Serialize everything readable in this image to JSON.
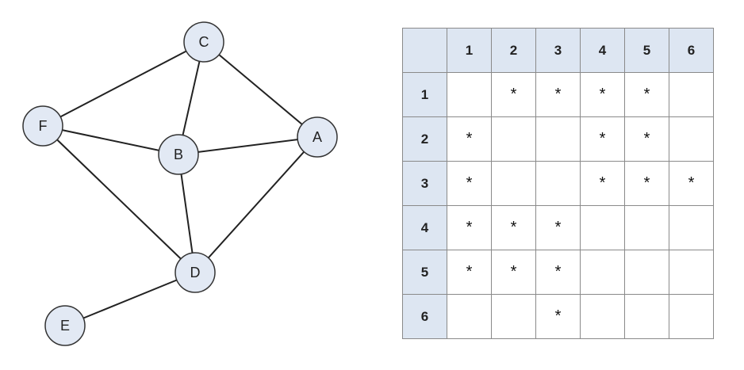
{
  "graph": {
    "nodes": [
      {
        "id": "C",
        "label": "C"
      },
      {
        "id": "F",
        "label": "F"
      },
      {
        "id": "B",
        "label": "B"
      },
      {
        "id": "A",
        "label": "A"
      },
      {
        "id": "D",
        "label": "D"
      },
      {
        "id": "E",
        "label": "E"
      }
    ],
    "edges": [
      [
        "C",
        "F"
      ],
      [
        "C",
        "B"
      ],
      [
        "C",
        "A"
      ],
      [
        "F",
        "B"
      ],
      [
        "F",
        "D"
      ],
      [
        "B",
        "A"
      ],
      [
        "B",
        "D"
      ],
      [
        "A",
        "D"
      ],
      [
        "D",
        "E"
      ]
    ]
  },
  "matrix": {
    "headers": [
      "1",
      "2",
      "3",
      "4",
      "5",
      "6"
    ],
    "mark": "*",
    "rows": [
      [
        "",
        "*",
        "*",
        "*",
        "*",
        ""
      ],
      [
        "*",
        "",
        "",
        "*",
        "*",
        ""
      ],
      [
        "*",
        "",
        "",
        "*",
        "*",
        "*"
      ],
      [
        "*",
        "*",
        "*",
        "",
        "",
        ""
      ],
      [
        "*",
        "*",
        "*",
        "",
        "",
        ""
      ],
      [
        "",
        "",
        "*",
        "",
        "",
        ""
      ]
    ]
  }
}
